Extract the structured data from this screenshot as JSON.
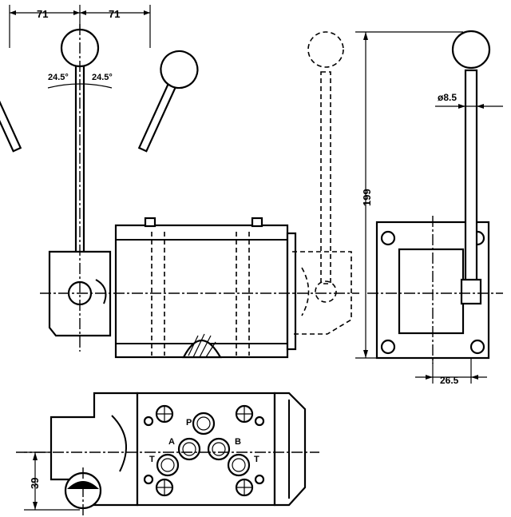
{
  "drawing": {
    "views": [
      "front-view",
      "side-view",
      "bottom-view"
    ],
    "dimensions": {
      "left_swing": "71",
      "right_swing": "71",
      "left_angle": "24.5°",
      "right_angle": "24.5°",
      "rod_diameter": "ø8.5",
      "lever_height": "199",
      "side_offset": "26.5",
      "bottom_height": "39"
    },
    "port_labels": {
      "p": "P",
      "a": "A",
      "b": "B",
      "t_left": "T",
      "t_right": "T"
    }
  }
}
